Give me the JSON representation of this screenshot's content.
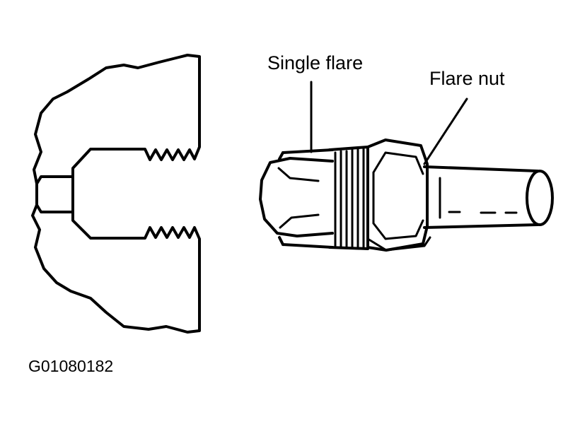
{
  "labels": {
    "single_flare": "Single flare",
    "flare_nut": "Flare nut"
  },
  "figure_id": "G01080182",
  "colors": {
    "line": "#000000",
    "background": "#ffffff"
  }
}
